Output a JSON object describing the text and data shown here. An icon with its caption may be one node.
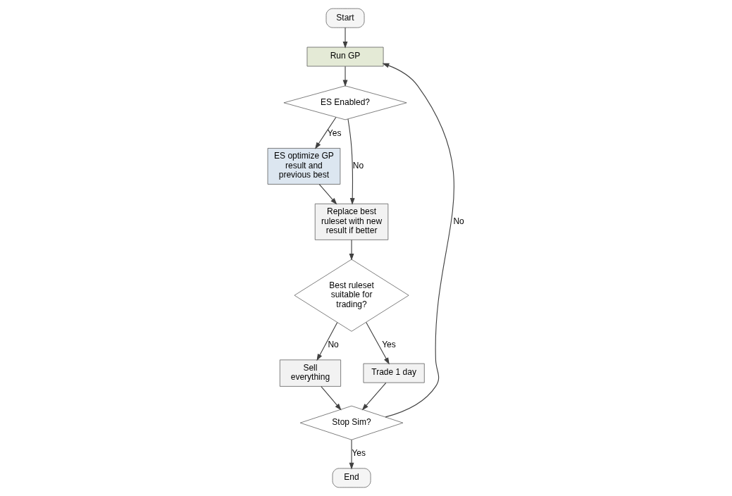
{
  "diagram": {
    "nodes": [
      {
        "text": [
          "Start"
        ]
      },
      {
        "text": [
          "Run GP"
        ]
      },
      {
        "text": [
          "ES Enabled?"
        ]
      },
      {
        "text": [
          "ES optimize GP result and previous best"
        ]
      },
      {
        "text": [
          "Replace best ruleset with new result if better"
        ]
      },
      {
        "text": [
          "Best ruleset suitable for trading?"
        ]
      },
      {
        "text": [
          "Sell everything"
        ]
      },
      {
        "text": [
          "Trade 1 day"
        ]
      },
      {
        "text": [
          "Stop Sim?"
        ]
      },
      {
        "text": [
          "End"
        ]
      }
    ],
    "edges": [
      {
        "from": 0,
        "to": 1,
        "arrow": "to"
      },
      {
        "from": 1,
        "to": 2,
        "arrow": "to"
      },
      {
        "from": 2,
        "to": 4,
        "arrow": "to",
        "label": "No"
      },
      {
        "from": 2,
        "to": 3,
        "arrow": "to",
        "label": "Yes"
      },
      {
        "from": 3,
        "to": 4,
        "arrow": "to"
      },
      {
        "from": 4,
        "to": 5,
        "arrow": "to"
      },
      {
        "from": 5,
        "to": 6,
        "arrow": "to",
        "label": "No"
      },
      {
        "from": 5,
        "to": 7,
        "arrow": "to",
        "label": "Yes"
      },
      {
        "from": 6,
        "to": 8,
        "arrow": "to"
      },
      {
        "from": 7,
        "to": 8,
        "arrow": "to"
      },
      {
        "from": 8,
        "to": 1,
        "arrow": "to",
        "label": "No"
      },
      {
        "from": 8,
        "to": 9,
        "arrow": "to",
        "label": "Yes"
      }
    ]
  }
}
